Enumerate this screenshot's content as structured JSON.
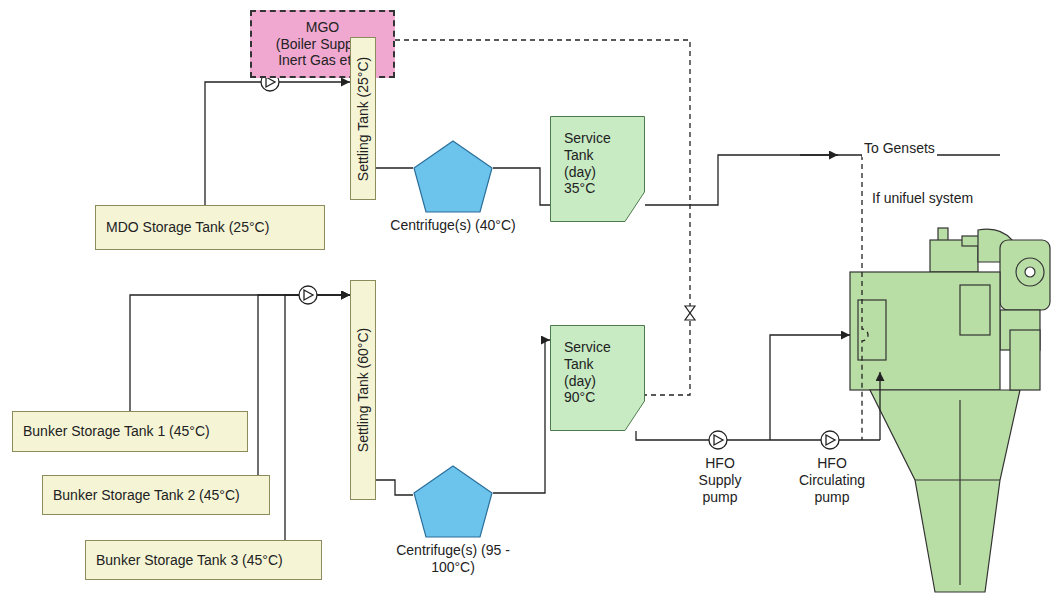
{
  "diagram": {
    "nodes": [
      {
        "text": [
          "MGO",
          "(Boiler Support Inert Gas etc.)"
        ]
      },
      {
        "text": [
          "MDO Storage Tank (25°C)"
        ]
      },
      {
        "text": [
          "Settling Tank (25°C)"
        ]
      },
      {
        "text": [
          "Centrifuge(s) (40°C)"
        ]
      },
      {
        "text": [
          "Service Tank (day) 35°C"
        ]
      },
      {
        "text": [
          "Bunker Storage Tank 1 (45°C)"
        ]
      },
      {
        "text": [
          "Bunker Storage Tank 2 (45°C)"
        ]
      },
      {
        "text": [
          "Bunker Storage Tank 3 (45°C)"
        ]
      },
      {
        "text": [
          "Settling Tank (60°C)"
        ]
      },
      {
        "text": [
          "Centrifuge(s) (95 - 100°C)"
        ]
      },
      {
        "text": [
          "Service Tank (day) 90°C"
        ]
      }
    ],
    "edges": [
      {
        "from": 1,
        "to": 2,
        "arrow": "to"
      },
      {
        "from": 2,
        "to": 3,
        "arrow": "none"
      },
      {
        "from": 3,
        "to": 4,
        "arrow": "none"
      },
      {
        "from": 0,
        "to": 10,
        "arrow": "none"
      },
      {
        "from": 5,
        "to": 8,
        "arrow": "to"
      },
      {
        "from": 6,
        "to": 8,
        "arrow": "to"
      },
      {
        "from": 7,
        "to": 8,
        "arrow": "to"
      },
      {
        "from": 8,
        "to": 9,
        "arrow": "none"
      },
      {
        "from": 9,
        "to": 10,
        "arrow": "to"
      }
    ],
    "labels": [
      "To Gensets",
      "If unifuel system",
      "HFO Supply pump",
      "HFO Circulating pump"
    ]
  }
}
